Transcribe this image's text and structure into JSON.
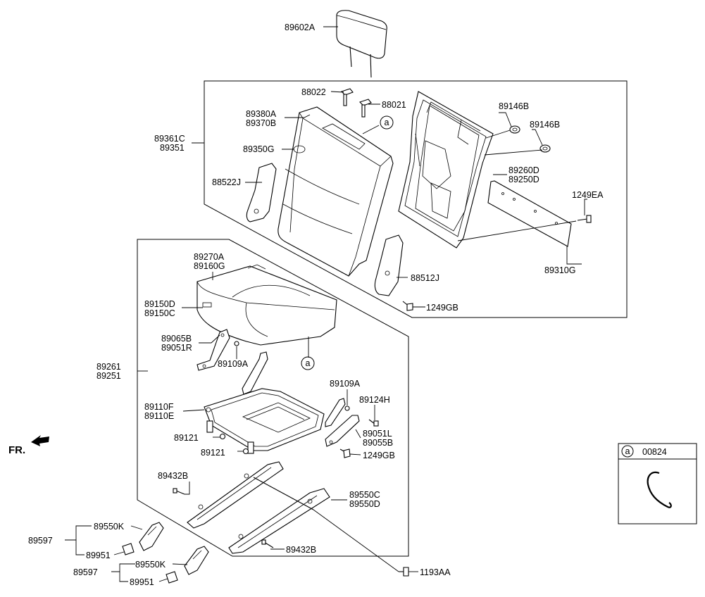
{
  "parts": {
    "headrest": "89602A",
    "hinge_pin_1": "88022",
    "hinge_pin_2": "88021",
    "back_cover_1": "89380A",
    "back_cover_2": "89370B",
    "back_assy_1": "89361C",
    "back_assy_2": "89351",
    "back_pad": "89350G",
    "cover_left": "88522J",
    "grommet_1": "89146B",
    "grommet_2": "89146B",
    "back_frame_1": "89260D",
    "back_frame_2": "89250D",
    "bolt_back": "1249EA",
    "back_board": "89310G",
    "cover_right": "88512J",
    "bolt_cover": "1249GB",
    "cushion_cover_1": "89270A",
    "cushion_cover_2": "89160G",
    "cushion_pad_1": "89150D",
    "cushion_pad_2": "89150C",
    "bracket_left_1": "89065B",
    "bracket_left_2": "89051R",
    "nut_left": "89109A",
    "seat_assy_1": "89261",
    "seat_assy_2": "89251",
    "nut_right": "89109A",
    "bolt_right": "89124H",
    "cushion_frame_1": "89110F",
    "cushion_frame_2": "89110E",
    "bracket_right_1": "89051L",
    "bracket_right_2": "89055B",
    "clip_1": "89121",
    "clip_2": "89121",
    "bolt_frame": "1249GB",
    "bolt_track_1": "89432B",
    "track_1": "89550C",
    "track_2": "89550D",
    "track_cover_1": "89550K",
    "assy_597_1": "89597",
    "cap_1": "89951",
    "track_cover_2": "89550K",
    "assy_597_2": "89597",
    "cap_2": "89951",
    "bolt_track_2": "89432B",
    "bolt_floor": "1193AA"
  },
  "callout": {
    "letter": "a"
  },
  "direction": "FR.",
  "detail_box": {
    "letter": "a",
    "part": "00824"
  }
}
